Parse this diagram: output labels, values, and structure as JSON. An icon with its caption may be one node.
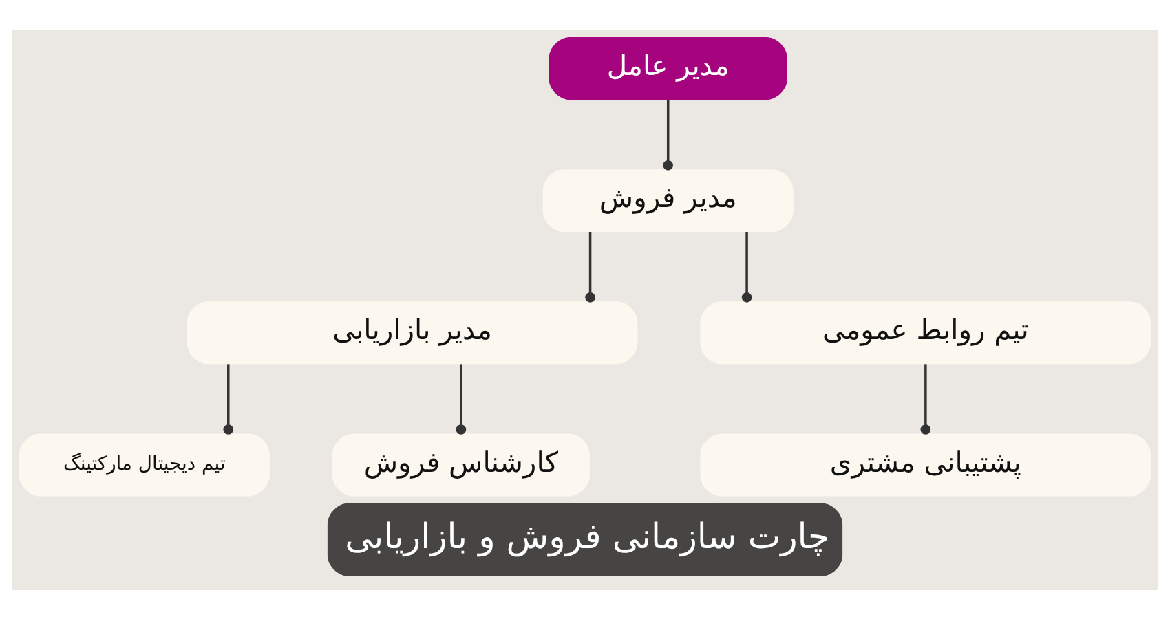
{
  "diagram": {
    "title": "چارت سازمانی فروش و بازاریابی",
    "nodes": [
      {
        "text": [
          "مدیر عامل"
        ]
      },
      {
        "text": [
          "مدیر فروش"
        ]
      },
      {
        "text": [
          "مدیر بازاریابی"
        ]
      },
      {
        "text": [
          "تیم روابط عمومی"
        ]
      },
      {
        "text": [
          "تیم دیجیتال مارکتینگ"
        ]
      },
      {
        "text": [
          "کارشناس فروش"
        ]
      },
      {
        "text": [
          "پشتیبانی مشتری"
        ]
      }
    ],
    "edges": [
      {
        "from": 0,
        "to": 1,
        "arrow": "other"
      },
      {
        "from": 1,
        "to": 2,
        "arrow": "other"
      },
      {
        "from": 1,
        "to": 3,
        "arrow": "other"
      },
      {
        "from": 2,
        "to": 4,
        "arrow": "other"
      },
      {
        "from": 2,
        "to": 5,
        "arrow": "other"
      },
      {
        "from": 3,
        "to": 6,
        "arrow": "other"
      }
    ]
  }
}
